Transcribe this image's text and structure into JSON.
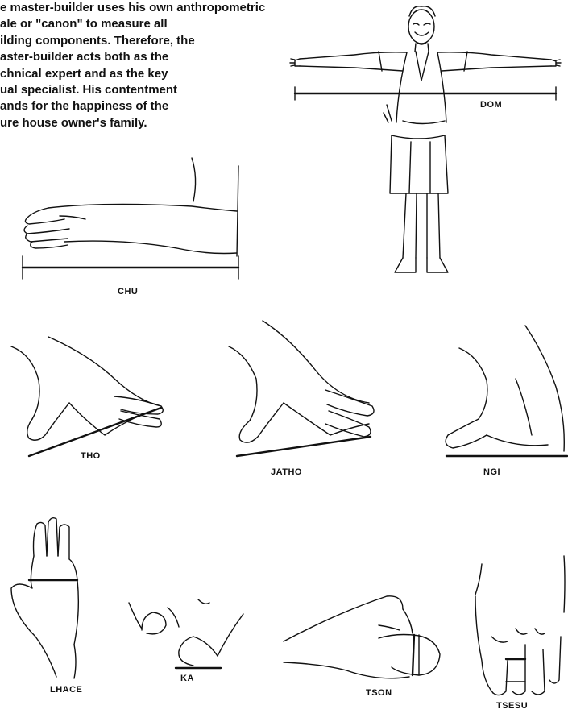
{
  "intro_lines": [
    "e master-builder uses his own anthropometric",
    "ale or \"canon\" to measure all",
    "ilding components. Therefore, the",
    "aster-builder acts both as the",
    "chnical expert and as the key",
    "ual specialist. His contentment",
    "ands for the happiness of the",
    "ure house owner's family."
  ],
  "labels": {
    "dom": "DOM",
    "chu": "CHU",
    "tho": "THO",
    "jatho": "JATHO",
    "ngi": "NGI",
    "lhace": "LHACE",
    "ka": "KA",
    "tson": "TSON",
    "tsesu": "TSESU"
  }
}
